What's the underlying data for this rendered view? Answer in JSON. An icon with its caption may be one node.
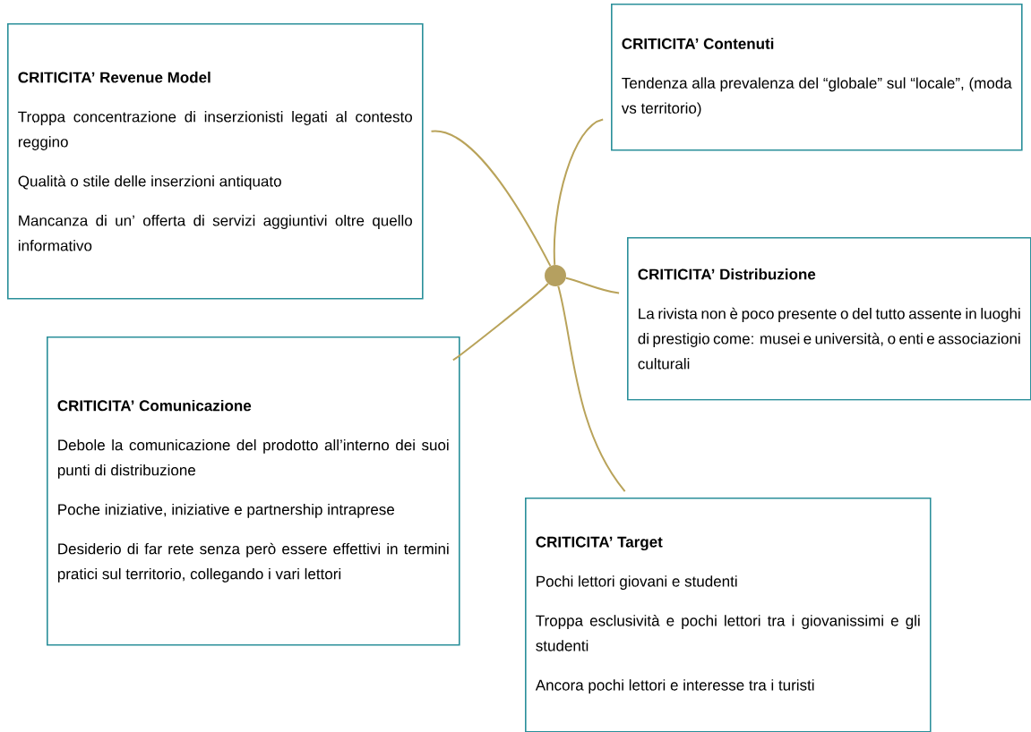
{
  "diagram": {
    "nodes": [
      {
        "text": [],
        "shape": "circle"
      },
      {
        "text": [
          "CRITICITA’ Revenue Model",
          "Troppa concentrazione di inserzionisti legati al contesto reggino",
          "Qualità o stile delle inserzioni antiquato",
          "Mancanza di un’ offerta di servizi aggiuntivi oltre quello informativo"
        ]
      },
      {
        "text": [
          "CRITICITA’ Contenuti",
          "Tendenza alla prevalenza del “globale” sul “locale”, (moda vs territorio)"
        ]
      },
      {
        "text": [
          "CRITICITA’ Distribuzione",
          "La rivista non è poco presente o del tutto assente in luoghi di prestigio come: musei e università, o enti e associazioni culturali"
        ]
      },
      {
        "text": [
          "CRITICITA’ Comunicazione",
          "Debole la comunicazione del prodotto all’interno dei suoi punti di distribuzione",
          "Poche iniziative, iniziative e partnership intraprese",
          "Desiderio di far rete senza però essere effettivi in termini pratici sul territorio, collegando i vari lettori"
        ]
      },
      {
        "text": [
          "CRITICITA’ Target",
          "Pochi lettori giovani e studenti",
          "Troppa esclusività e pochi lettori tra i giovanissimi e gli studenti",
          "Ancora pochi lettori e interesse tra i turisti"
        ]
      }
    ],
    "edges": [
      {
        "from": 0,
        "to": 1,
        "arrow": "none"
      },
      {
        "from": 0,
        "to": 2,
        "arrow": "none"
      },
      {
        "from": 0,
        "to": 3,
        "arrow": "none"
      },
      {
        "from": 0,
        "to": 4,
        "arrow": "none"
      },
      {
        "from": 0,
        "to": 5,
        "arrow": "none"
      }
    ]
  }
}
